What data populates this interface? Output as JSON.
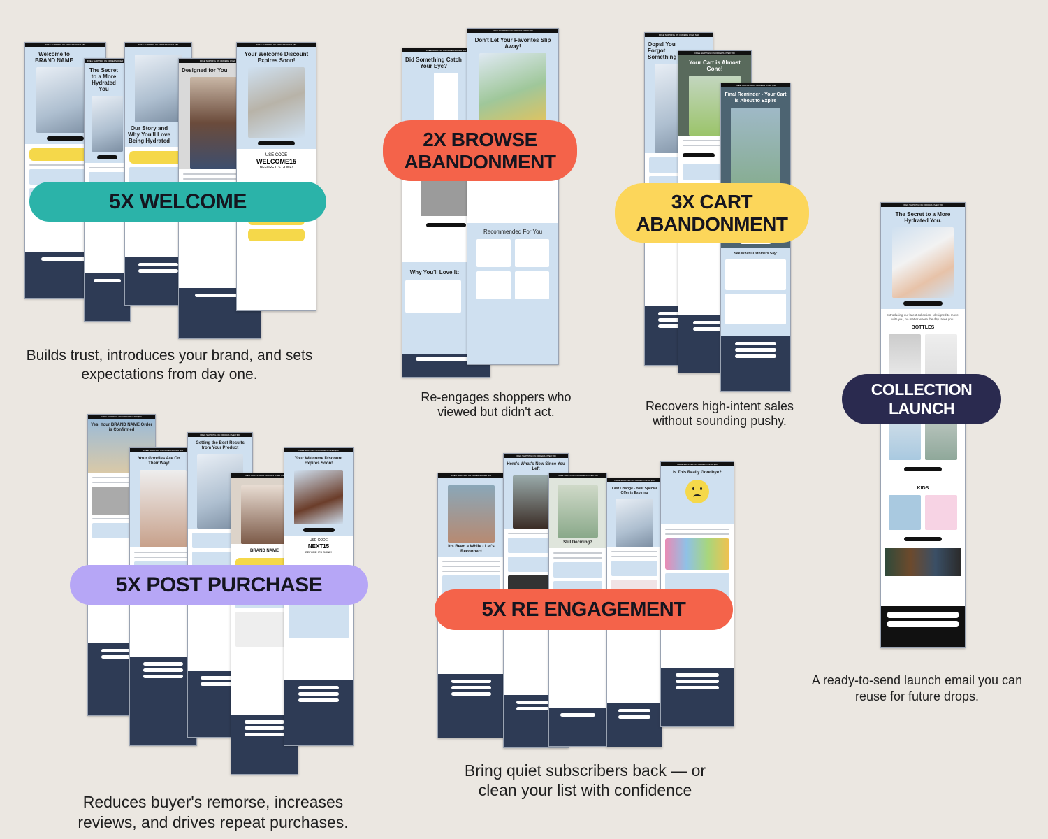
{
  "topbar": "FREE SHIPPING ON ORDERS OVER $50",
  "welcome": {
    "label": "5X WELCOME",
    "caption": "Builds trust, introduces your brand, and sets expectations from day one.",
    "emails": [
      "Welcome to BRAND NAME",
      "The Secret to a More Hydrated You",
      "Our Story and Why You'll Love Being Hydrated",
      "Designed for You",
      "Your Welcome Discount Expires Soon!"
    ],
    "code_label": "USE CODE",
    "code": "WELCOME15",
    "code_note": "BEFORE ITS GONE!"
  },
  "browse": {
    "label": "2X BROWSE ABANDONMENT",
    "caption": "Re-engages shoppers who viewed but didn't act.",
    "emails": [
      "Did Something Catch Your Eye?",
      "Don't Let Your Favorites Slip Away!"
    ],
    "section_1": "Why You'll Love It:",
    "section_2": "Recommended For You"
  },
  "cart": {
    "label": "3X CART ABANDONMENT",
    "caption": "Recovers high-intent sales without sounding pushy.",
    "emails": [
      "Oops! You Forgot Something",
      "Your Cart is Almost Gone!",
      "Final Reminder - Your Cart is About to Expire"
    ],
    "section": "See What Customers Say:"
  },
  "collection": {
    "label": "COLLECTION LAUNCH",
    "caption": "A ready-to-send launch email you can reuse for future drops.",
    "email": "The Secret to a More Hydrated You.",
    "intro": "Introducing our latest collection - designed to move with you, no matter where the day takes you.",
    "cat_1": "BOTTLES",
    "cat_2": "KIDS"
  },
  "post_purchase": {
    "label": "5X POST PURCHASE",
    "caption": "Reduces buyer's remorse, increases reviews, and drives repeat purchases.",
    "emails": [
      "Yes! Your BRAND NAME Order is Confirmed",
      "Your Goodies Are On Their Way!",
      "Getting the Best Results from Your Product",
      "BRAND NAME",
      "Your Welcome Discount Expires Soon!"
    ],
    "code_label": "USE CODE",
    "code": "NEXT15",
    "code_note": "BEFORE ITS GONE!"
  },
  "reengagement": {
    "label": "5X RE ENGAGEMENT",
    "caption": "Bring quiet subscribers back — or clean your list with confidence",
    "emails": [
      "It's Been a While - Let's Reconnect",
      "Here's What's New Since You Left",
      "Still Deciding?",
      "Last Change - Your Special Offer is Expiring",
      "Is This Really Goodbye?"
    ]
  },
  "colors": {
    "background": "#ebe7e1",
    "teal": "#2bb3a9",
    "coral": "#f4634a",
    "yellow": "#fcd65a",
    "navy": "#2a2a4f",
    "lavender": "#b6a6f6"
  }
}
